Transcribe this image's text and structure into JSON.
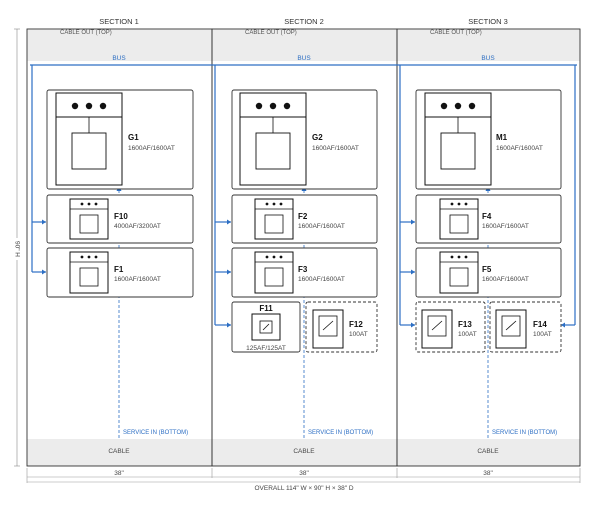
{
  "sections": [
    {
      "title": "SECTION 1",
      "cable_out": "CABLE OUT (TOP)",
      "bus": "BUS",
      "service_in": "SERVICE IN (BOTTOM)",
      "cable": "CABLE",
      "width": "38\"",
      "main": {
        "id": "G1",
        "rating": "1600AF/1600AT"
      },
      "feeders": [
        {
          "id": "F10",
          "rating": "4000AF/3200AT"
        },
        {
          "id": "F1",
          "rating": "1600AF/1600AT"
        }
      ]
    },
    {
      "title": "SECTION 2",
      "cable_out": "CABLE OUT (TOP)",
      "bus": "BUS",
      "service_in": "SERVICE IN (BOTTOM)",
      "cable": "CABLE",
      "width": "38\"",
      "main": {
        "id": "G2",
        "rating": "1600AF/1600AT"
      },
      "feeders": [
        {
          "id": "F2",
          "rating": "1600AF/1600AT"
        },
        {
          "id": "F3",
          "rating": "1600AF/1600AT"
        }
      ],
      "small": [
        {
          "id": "F11",
          "rating": "125AF/125AT"
        },
        {
          "id": "F12",
          "rating": "100AT"
        }
      ]
    },
    {
      "title": "SECTION 3",
      "cable_out": "CABLE OUT (TOP)",
      "bus": "BUS",
      "service_in": "SERVICE IN (BOTTOM)",
      "cable": "CABLE",
      "width": "38\"",
      "main": {
        "id": "M1",
        "rating": "1600AF/1600AT"
      },
      "feeders": [
        {
          "id": "F4",
          "rating": "1600AF/1600AT"
        },
        {
          "id": "F5",
          "rating": "1600AF/1600AT"
        }
      ],
      "small": [
        {
          "id": "F13",
          "rating": "100AT"
        },
        {
          "id": "F14",
          "rating": "100AT"
        }
      ]
    }
  ],
  "height_label": "90\" H",
  "overall": "OVERALL 114\" W × 90\" H × 38\" D",
  "colors": {
    "bus": "#2d6fc4",
    "frame": "#333333",
    "hatch": "#e6e6e6"
  }
}
